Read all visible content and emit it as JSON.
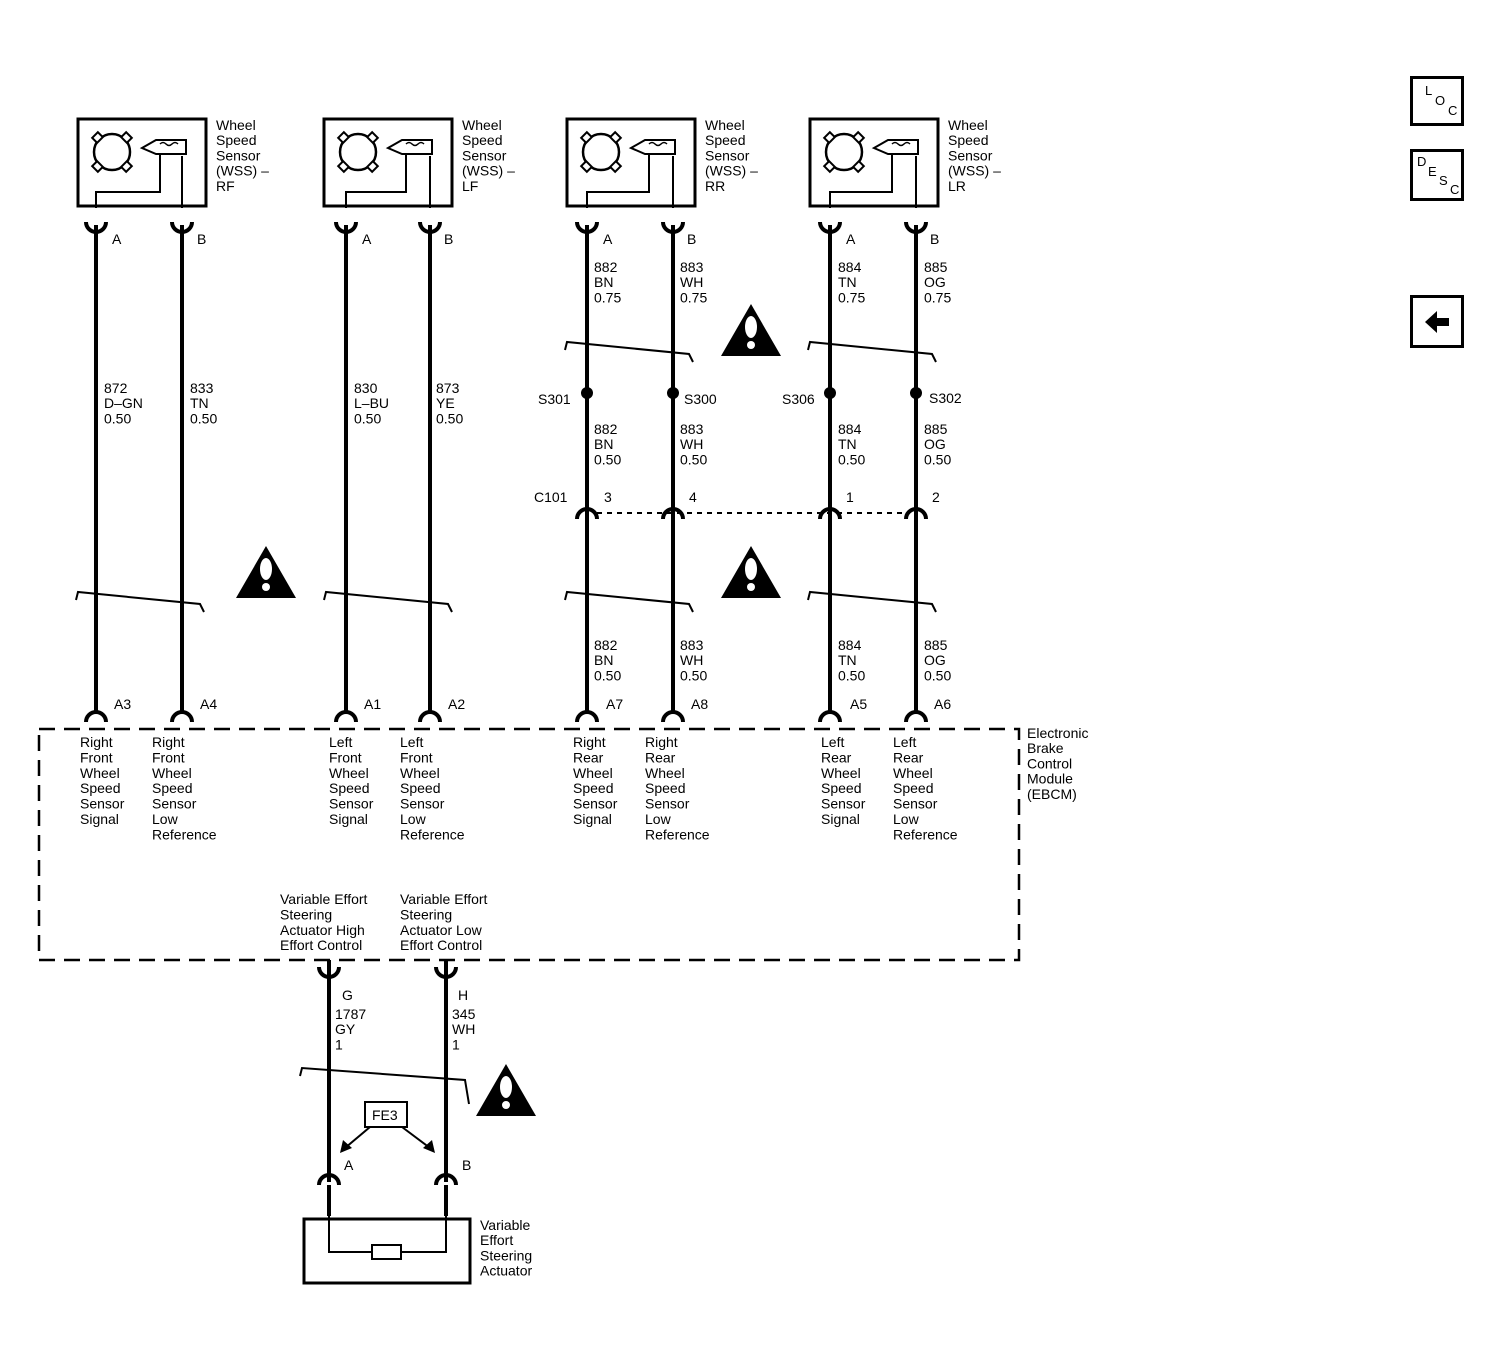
{
  "sensors": [
    {
      "name": "Wheel\nSpeed\nSensor\n(WSS) –\nRF"
    },
    {
      "name": "Wheel\nSpeed\nSensor\n(WSS) –\nLF"
    },
    {
      "name": "Wheel\nSpeed\nSensor\n(WSS) –\nRR"
    },
    {
      "name": "Wheel\nSpeed\nSensor\n(WSS) –\nLR"
    }
  ],
  "pins": {
    "a": "A",
    "b": "B"
  },
  "wires": {
    "rf_a": "872\nD–GN\n0.50",
    "rf_b": "833\nTN\n0.50",
    "lf_a": "830\nL–BU\n0.50",
    "lf_b": "873\nYE\n0.50",
    "rr_a_top": "882\nBN\n0.75",
    "rr_b_top": "883\nWH\n0.75",
    "lr_a_top": "884\nTN\n0.75",
    "lr_b_top": "885\nOG\n0.75",
    "rr_a_mid": "882\nBN\n0.50",
    "rr_b_mid": "883\nWH\n0.50",
    "lr_a_mid": "884\nTN\n0.50",
    "lr_b_mid": "885\nOG\n0.50",
    "rr_a_bot": "882\nBN\n0.50",
    "rr_b_bot": "883\nWH\n0.50",
    "lr_a_bot": "884\nTN\n0.50",
    "lr_b_bot": "885\nOG\n0.50",
    "act_g": "1787\nGY\n1",
    "act_h": "345\nWH\n1"
  },
  "splices": {
    "s301": "S301",
    "s300": "S300",
    "s306": "S306",
    "s302": "S302"
  },
  "connector_c101": {
    "name": "C101",
    "pins": [
      "3",
      "4",
      "1",
      "2"
    ]
  },
  "ebcm": {
    "name": "Electronic\nBrake\nControl\nModule\n(EBCM)",
    "pins": [
      "A3",
      "A4",
      "A1",
      "A2",
      "A7",
      "A8",
      "A5",
      "A6"
    ],
    "signals": [
      "Right\nFront\nWheel\nSpeed\nSensor\nSignal",
      "Right\nFront\nWheel\nSpeed\nSensor\nLow\nReference",
      "Left\nFront\nWheel\nSpeed\nSensor\nSignal",
      "Left\nFront\nWheel\nSpeed\nSensor\nLow\nReference",
      "Right\nRear\nWheel\nSpeed\nSensor\nSignal",
      "Right\nRear\nWheel\nSpeed\nSensor\nLow\nReference",
      "Left\nRear\nWheel\nSpeed\nSensor\nSignal",
      "Left\nRear\nWheel\nSpeed\nSensor\nLow\nReference"
    ],
    "ves_high": "Variable Effort\nSteering\nActuator High\nEffort Control",
    "ves_low": "Variable Effort\nSteering\nActuator Low\nEffort Control",
    "pin_g": "G",
    "pin_h": "H"
  },
  "option_box": "FE3",
  "actuator": {
    "name": "Variable\nEffort\nSteering\nActuator",
    "pin_a": "A",
    "pin_b": "B"
  },
  "nav": {
    "loc": {
      "l1": "L",
      "l2": "O",
      "l3": "C"
    },
    "desc": {
      "l1": "D",
      "l2": "E",
      "l3": "S",
      "l4": "C"
    },
    "back_icon": "left-arrow-icon"
  }
}
